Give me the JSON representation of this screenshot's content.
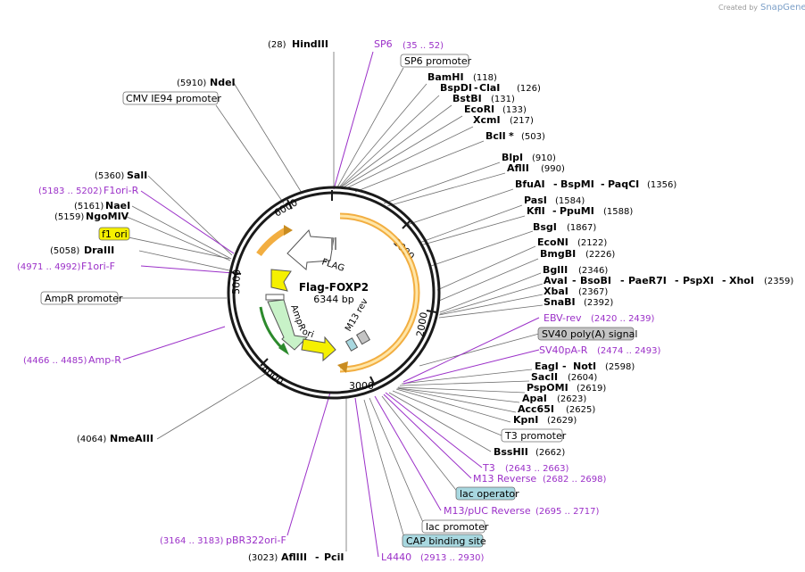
{
  "watermark": {
    "prefix": "Created by",
    "brand": "SnapGene"
  },
  "plasmid": {
    "name": "Flag-FOXP2",
    "size": "6344 bp"
  },
  "ticks": [
    "1000",
    "2000",
    "3000",
    "4000",
    "5000",
    "6000"
  ],
  "features_on_map": {
    "flag": "FLAG",
    "ampr": "AmpR",
    "ori": "ori",
    "m13rev": "M13 rev"
  },
  "labels": {
    "hindiii_pos": "(28)",
    "hindiii": "HindIII",
    "sp6": "SP6",
    "sp6_range": "(35 .. 52)",
    "sp6_promoter": "SP6 promoter",
    "bamhi": "BamHI",
    "bamhi_pos": "(118)",
    "bspdi": "BspDI",
    "clai": "ClaI",
    "clai_pos": "(126)",
    "bstbi": "BstBI",
    "bstbi_pos": "(131)",
    "ecori": "EcoRI",
    "ecori_pos": "(133)",
    "xcmi": "XcmI",
    "xcmi_pos": "(217)",
    "bcli": "BclI",
    "bcli_star": "*",
    "bcli_pos": "(503)",
    "blpi": "BlpI",
    "blpi_pos": "(910)",
    "aflii": "AflII",
    "aflii_pos": "(990)",
    "bfuai": "BfuAI",
    "bspmi": "BspMI",
    "paqci": "PaqCI",
    "paqci_pos": "(1356)",
    "pasi": "PasI",
    "pasi_pos": "(1584)",
    "kfli": "KflI",
    "ppumi": "PpuMI",
    "ppumi_pos": "(1588)",
    "bsgi": "BsgI",
    "bsgi_pos": "(1867)",
    "econi": "EcoNI",
    "econi_pos": "(2122)",
    "bmgbi": "BmgBI",
    "bmgbi_pos": "(2226)",
    "bglii": "BglII",
    "bglii_pos": "(2346)",
    "avai": "AvaI",
    "bsobi": "BsoBI",
    "paer7i": "PaeR7I",
    "pspxi": "PspXI",
    "xhoi": "XhoI",
    "xhoi_pos": "(2359)",
    "xbai": "XbaI",
    "xbai_pos": "(2367)",
    "snabi": "SnaBI",
    "snabi_pos": "(2392)",
    "ebv_rev": "EBV-rev",
    "ebv_rev_range": "(2420 .. 2439)",
    "sv40_polya": "SV40 poly(A) signal",
    "sv40pa_r": "SV40pA-R",
    "sv40pa_r_range": "(2474 .. 2493)",
    "eagi": "EagI",
    "noti": "NotI",
    "noti_pos": "(2598)",
    "sacii": "SacII",
    "sacii_pos": "(2604)",
    "pspomi": "PspOMI",
    "pspomi_pos": "(2619)",
    "apai": "ApaI",
    "apai_pos": "(2623)",
    "acc65i": "Acc65I",
    "acc65i_pos": "(2625)",
    "kpni": "KpnI",
    "kpni_pos": "(2629)",
    "t3_promoter": "T3 promoter",
    "bsshii": "BssHII",
    "bsshii_pos": "(2662)",
    "t3": "T3",
    "t3_range": "(2643 .. 2663)",
    "m13_reverse": "M13 Reverse",
    "m13_reverse_range": "(2682 .. 2698)",
    "lac_operator": "lac operator",
    "m13puc_reverse": "M13/pUC Reverse",
    "m13puc_reverse_range": "(2695 .. 2717)",
    "lac_promoter": "lac promoter",
    "cap_site": "CAP binding site",
    "l4440": "L4440",
    "l4440_range": "(2913 .. 2930)",
    "afliii_pos": "(3023)",
    "afliii": "AflIII",
    "pcii": "PciI",
    "pbr322_range": "(3164 .. 3183)",
    "pbr322": "pBR322ori-F",
    "nmeaiii_pos": "(4064)",
    "nmeaiii": "NmeAIII",
    "amp_r_range": "(4466 .. 4485)",
    "amp_r": "Amp-R",
    "ampr_promoter": "AmpR promoter",
    "f1ori_f_range": "(4971 .. 4992)",
    "f1ori_f": "F1ori-F",
    "draiii_pos": "(5058)",
    "draiii": "DraIII",
    "f1_ori": "f1 ori",
    "ngomiv_pos": "(5159)",
    "ngomiv": "NgoMIV",
    "naei_pos": "(5161)",
    "naei": "NaeI",
    "f1ori_r_range": "(5183 .. 5202)",
    "f1ori_r": "F1ori-R",
    "sali_pos": "(5360)",
    "sali": "SalI",
    "cmv_promoter": "CMV IE94 promoter",
    "ndei_pos": "(5910)",
    "ndei": "NdeI"
  },
  "colors": {
    "ori_yellow": "#f5f000",
    "cds_orange": "#f0a020",
    "ampr_green": "#9be59b",
    "primer_purple": "#9b30c8",
    "feature_blue": "#a8d8e0",
    "feature_gray": "#c4c4c4"
  }
}
